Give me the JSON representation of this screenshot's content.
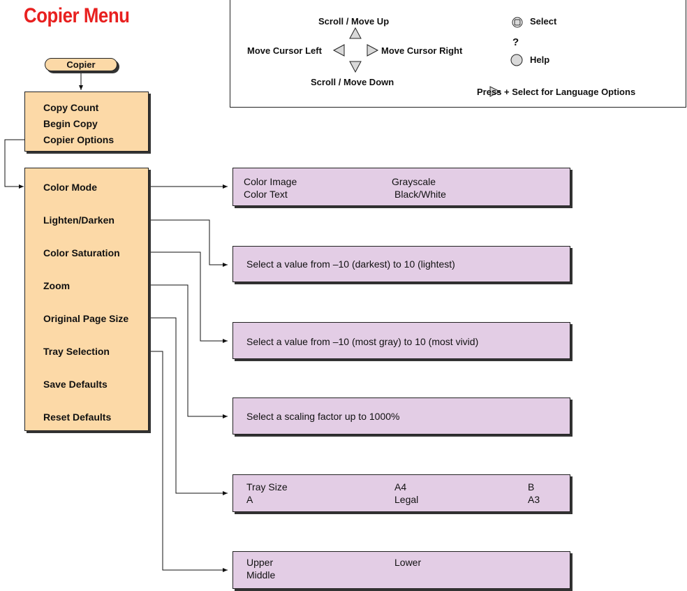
{
  "title": "Copier Menu",
  "legend": {
    "scroll_up": "Scroll / Move Up",
    "scroll_down": "Scroll / Move Down",
    "move_left": "Move Cursor Left",
    "move_right": "Move Cursor Right",
    "select": "Select",
    "help_mark": "?",
    "help": "Help",
    "press": "Press",
    "language": "+ Select for Language Options"
  },
  "copier": "Copier",
  "top_menu": [
    "Copy Count",
    "Begin Copy",
    "Copier Options"
  ],
  "options_menu": [
    "Color Mode",
    "Lighten/Darken",
    "Color Saturation",
    "Zoom",
    "Original Page Size",
    "Tray Selection",
    "Save Defaults",
    "Reset Defaults"
  ],
  "color_mode_options": {
    "color_image": "Color Image",
    "grayscale": "Grayscale",
    "color_text": "Color Text",
    "black_white": "Black/White"
  },
  "lighten_darken_text": "Select a value from  –10 (darkest) to 10 (lightest)",
  "saturation_text": "Select a value from  –10 (most gray) to 10 (most vivid)",
  "zoom_text": "Select a scaling factor up to 1000%",
  "page_size_options": {
    "tray_size": "Tray Size",
    "a4": "A4",
    "b": "B",
    "a": "A",
    "legal": "Legal",
    "a3": "A3"
  },
  "tray_options": {
    "upper": "Upper",
    "lower": "Lower",
    "middle": "Middle"
  }
}
